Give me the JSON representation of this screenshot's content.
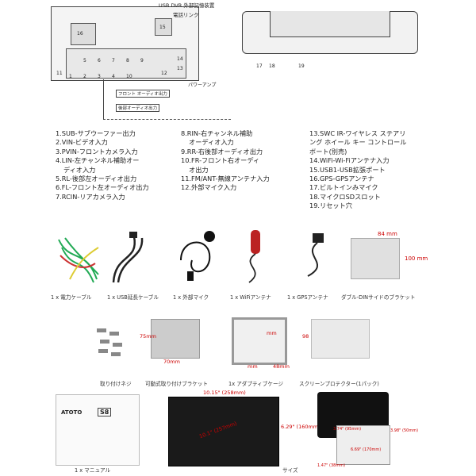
{
  "top": {
    "usb_dvr": "USB DVR 外部記憶装置",
    "phone_link": "電話リンク",
    "power_amp": "パワーアンプ",
    "front_out": "フロント オーディオ出力",
    "rear_out": "後部オーディオ出力",
    "left_nums": [
      "16",
      "15",
      "14",
      "13",
      "12",
      "11",
      "1",
      "2",
      "3",
      "4",
      "5",
      "6",
      "7",
      "8",
      "9",
      "10"
    ],
    "right_nums": [
      "17",
      "18",
      "19"
    ]
  },
  "pins": {
    "col1": [
      "1.SUB-サブウーファー出力",
      "2.VIN-ビデオ入力",
      "3.PVIN-フロントカメラ入力",
      "4.LIN-左チャンネル補助オー",
      "ディオ入力",
      "5.RL-後部左オーディオ出力",
      "6.FL-フロント左オーディオ出力",
      "7.RCIN-リアカメラ入力"
    ],
    "col2": [
      "8.RIN-右チャンネル補助",
      "オーディオ入力",
      "9.RR-右後部オーディオ出力",
      "10.FR-フロント右オーディ",
      "オ出力",
      "11.FM/ANT-無線アンテナ入力",
      "12.外部マイク入力"
    ],
    "col3": [
      "13.SWC IR-ワイヤレス ステアリ",
      "ング ホイール キー コントロール",
      "ボート(別売)",
      "14.WiFi-Wi-Fiアンテナ入力",
      "15.USB1-USB拡張ポート",
      "16.GPS-GPSアンテナ",
      "17.ビルトインみマイク",
      "18.マイクロSDスロット",
      "19.リセット穴"
    ]
  },
  "row1": {
    "captions": [
      "1 x 電力ケーブル",
      "1 x USB延長ケーブル",
      "1 x 外部マイク",
      "1 x WiFiアンテナ",
      "1 x GPSアンテナ",
      "ダブル-DINサイドのブラケット"
    ],
    "dim_w": "84 mm",
    "dim_h": "100 mm"
  },
  "row2": {
    "captions": [
      "取り付けネジ",
      "可動式取り付けブラケット",
      "1x アダプティブケージ",
      "スクリーンプロテクター(1パック)"
    ],
    "dim_75": "75mm",
    "dim_70": "70mm",
    "dim_mm": "mm",
    "dim_48": "48mm",
    "dim_98": "98"
  },
  "row3": {
    "manual_caption": "1 x マニュアル",
    "size_caption": "サイズ",
    "brand": "ATOTO",
    "model": "S8",
    "width_label": "10.15\" (258mm)",
    "diag_label": "10.1\" (257mm)",
    "height_label": "6.29\" (160mm)",
    "d1": "3.74\" (95mm)",
    "d2": "3.98\" (50mm)",
    "d3": "6.69\" (170mm)",
    "d4": "1.47\" (38mm)"
  }
}
